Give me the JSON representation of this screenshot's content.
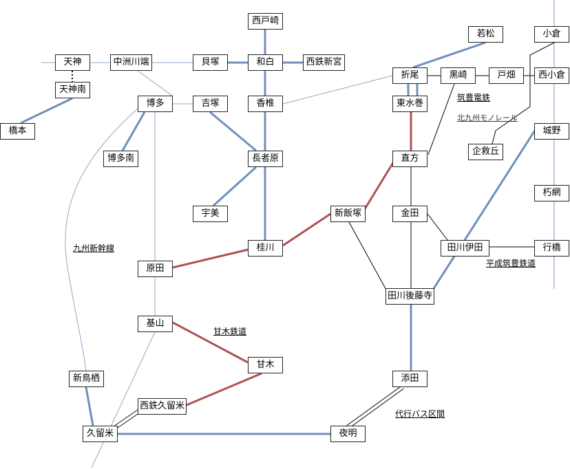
{
  "colors": {
    "blue": "#6f8fba",
    "red": "#b05050",
    "thin_blue": "#8fa8c8",
    "black": "#000000"
  },
  "stations": {
    "nishitozaki": "西戸崎",
    "wakamatsu": "若松",
    "kokura": "小倉",
    "tenjin": "天神",
    "nakasukawabata": "中洲川端",
    "kaizuka": "貝塚",
    "wajiro": "和白",
    "nishitetsushingu": "西鉄新宮",
    "tenjinminami": "天神南",
    "orio": "折尾",
    "kurosaki": "黒崎",
    "tobata": "戸畑",
    "nishikokura": "西小倉",
    "hashimoto": "橋本",
    "hakata": "博多",
    "yoshizuka": "吉塚",
    "kashii": "香椎",
    "higashimizumaki": "東水巻",
    "kikugaoka": "企救丘",
    "jono": "城野",
    "hakataminami": "博多南",
    "chojabaru": "長者原",
    "nogata": "直方",
    "kuchinohara": "朽網",
    "umi": "宇美",
    "shiniizuka": "新飯塚",
    "kaneda": "金田",
    "keisen": "桂川",
    "tagawaita": "田川伊田",
    "yukuhashi": "行橋",
    "haruda": "原田",
    "tagawagotoji": "田川後藤寺",
    "kiyama": "基山",
    "amagi": "甘木",
    "shintosu": "新鳥栖",
    "soeda": "添田",
    "nishitetsukurume": "西鉄久留米",
    "kurume": "久留米",
    "yoake": "夜明"
  },
  "labels": {
    "chikuho": "筑豊電鉄",
    "monorail": "北九州モノレール",
    "shinkansen": "九州新幹線",
    "heisei": "平成筑豊鉄道",
    "amagi_rail": "甘木鉄道",
    "bus": "代行バス区間"
  }
}
